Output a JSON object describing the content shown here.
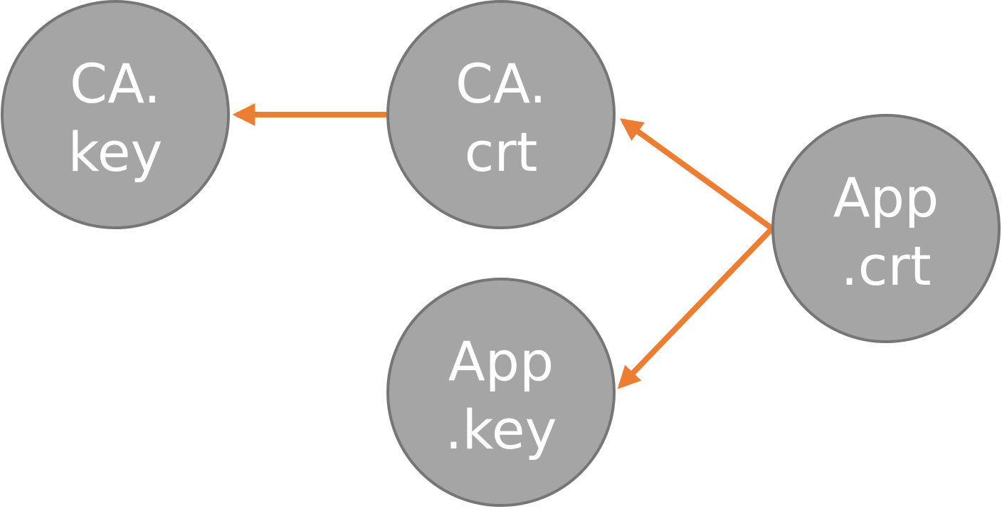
{
  "diagram": {
    "nodes": [
      {
        "id": "ca-key",
        "lines": [
          "CA.",
          "key"
        ]
      },
      {
        "id": "ca-crt",
        "lines": [
          "CA.",
          "crt"
        ]
      },
      {
        "id": "app-crt",
        "lines": [
          "App",
          ".crt"
        ]
      },
      {
        "id": "app-key",
        "lines": [
          "App",
          ".key"
        ]
      }
    ],
    "edges": [
      {
        "from": "ca-crt",
        "to": "ca-key"
      },
      {
        "from": "app-crt",
        "to": "ca-crt"
      },
      {
        "from": "app-crt",
        "to": "app-key"
      }
    ],
    "colors": {
      "node_fill": "#a5a5a5",
      "node_stroke": "#767676",
      "edge": "#ed7d31",
      "label": "#ffffff"
    }
  }
}
